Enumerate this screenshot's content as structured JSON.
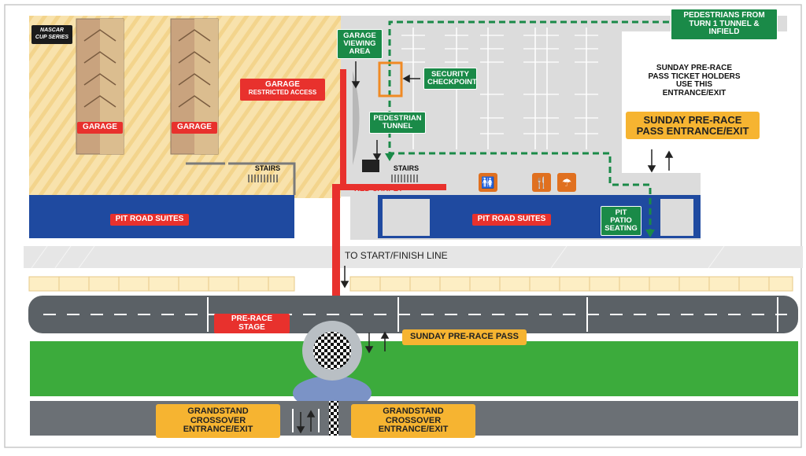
{
  "brand": {
    "line1": "NASCAR",
    "line2": "CUP SERIES"
  },
  "labels": {
    "garage_left_1": "GARAGE",
    "garage_left_2": "GARAGE",
    "garage_restricted_title": "GARAGE",
    "garage_restricted_sub": "RESTRICTED ACCESS",
    "garage_viewing_area": "GARAGE VIEWING AREA",
    "security_checkpoint": "SECURITY CHECKPOINT",
    "pedestrian_tunnel": "PEDESTRIAN TUNNEL",
    "pedestrians_from": "PEDESTRIANS FROM TURN 1 TUNNEL & INFIELD",
    "sunday_note": "SUNDAY PRE-RACE PASS TICKET HOLDERS USE THIS ENTRANCE/EXIT",
    "sunday_entrance": "SUNDAY PRE-RACE PASS ENTRANCE/EXIT",
    "stairs_left": "STAIRS",
    "stairs_right": "STAIRS",
    "red_carpet": "RED CARPET",
    "pit_road_suites_left": "PIT ROAD SUITES",
    "pit_road_suites_right": "PIT ROAD SUITES",
    "pit_patio_seating": "PIT PATIO SEATING",
    "to_start_finish": "TO START/FINISH LINE",
    "pre_race_stage": "PRE-RACE STAGE",
    "sunday_pre_race_pass": "SUNDAY PRE-RACE PASS",
    "grandstand_crossover_left": "GRANDSTAND CROSSOVER ENTRANCE/EXIT",
    "grandstand_crossover_right": "GRANDSTAND CROSSOVER ENTRANCE/EXIT"
  },
  "icons": [
    "restroom-icon",
    "food-icon",
    "merchandise-icon"
  ],
  "colors": {
    "garage_floor": "#f7dfa5",
    "suites_blue": "#1f4aa0",
    "grass": "#3cab3c",
    "red_carpet": "#e8312d",
    "path_green": "#1a8a48",
    "label_yellow": "#f6b431",
    "track": "#5b6166"
  }
}
